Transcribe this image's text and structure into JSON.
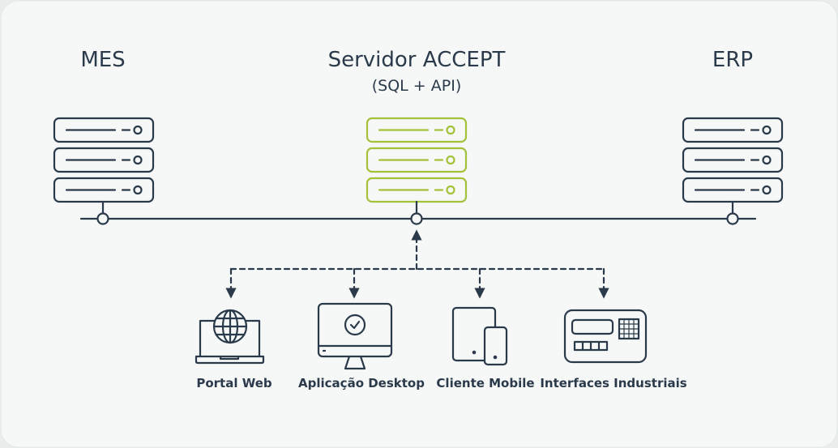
{
  "nodes": {
    "mes": {
      "title": "MES"
    },
    "server": {
      "title": "Servidor ACCEPT",
      "subtitle": "(SQL + API)"
    },
    "erp": {
      "title": "ERP"
    }
  },
  "clients": [
    {
      "label": "Portal Web",
      "icon": "laptop-globe-icon"
    },
    {
      "label": "Aplicação Desktop",
      "icon": "desktop-check-icon"
    },
    {
      "label": "Cliente Mobile",
      "icon": "tablet-phone-icon"
    },
    {
      "label": "Interfaces Industriais",
      "icon": "industrial-panel-icon"
    }
  ],
  "colors": {
    "primary": "#2b3a4a",
    "accent": "#a3c23a",
    "background": "#f5f8f7"
  }
}
